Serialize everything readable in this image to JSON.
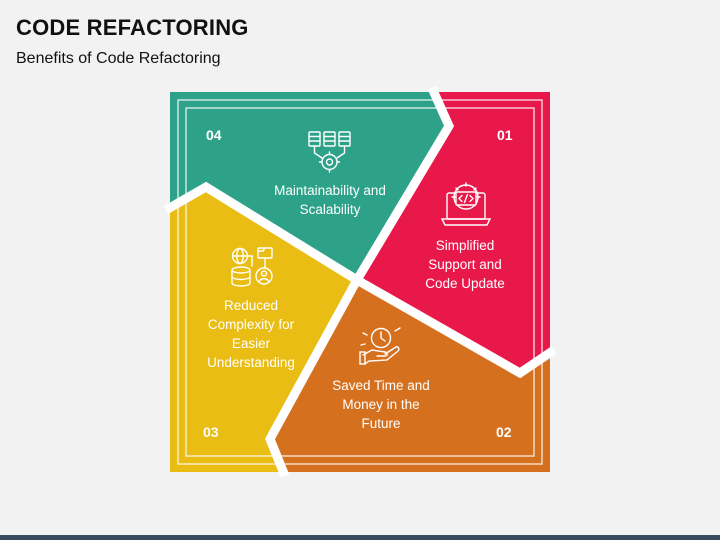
{
  "header": {
    "title": "CODE REFACTORING",
    "subtitle": "Benefits of Code Refactoring"
  },
  "segments": [
    {
      "number": "01",
      "label": "Simplified Support and Code Update",
      "color": "#e8194a",
      "icon": "laptop-gear-code-icon"
    },
    {
      "number": "02",
      "label": "Saved Time and Money in the Future",
      "color": "#d5701e",
      "icon": "clock-hand-money-icon"
    },
    {
      "number": "03",
      "label": "Reduced Complexity for Easier Understanding",
      "color": "#e9bd13",
      "icon": "globe-database-user-icon"
    },
    {
      "number": "04",
      "label": "Maintainability and Scalability",
      "color": "#2da289",
      "icon": "servers-gear-icon"
    }
  ]
}
